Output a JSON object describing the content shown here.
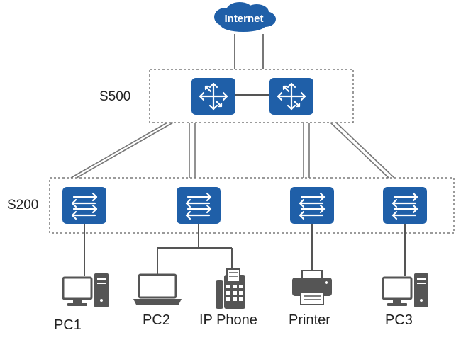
{
  "cloud": {
    "label": "Internet",
    "color": "#1f5fa8"
  },
  "groups": {
    "core": {
      "label": "S500"
    },
    "access": {
      "label": "S200"
    }
  },
  "devices": {
    "pc1": "PC1",
    "pc2": "PC2",
    "ip_phone": "IP Phone",
    "printer": "Printer",
    "pc3": "PC3"
  },
  "colors": {
    "switch": "#1f5fa8",
    "dashed_border": "#7a7a7a",
    "link": "#777777",
    "device": "#555555"
  },
  "icons": {
    "core_switch": "router-arrows-icon",
    "access_switch": "switch-arrows-icon"
  }
}
